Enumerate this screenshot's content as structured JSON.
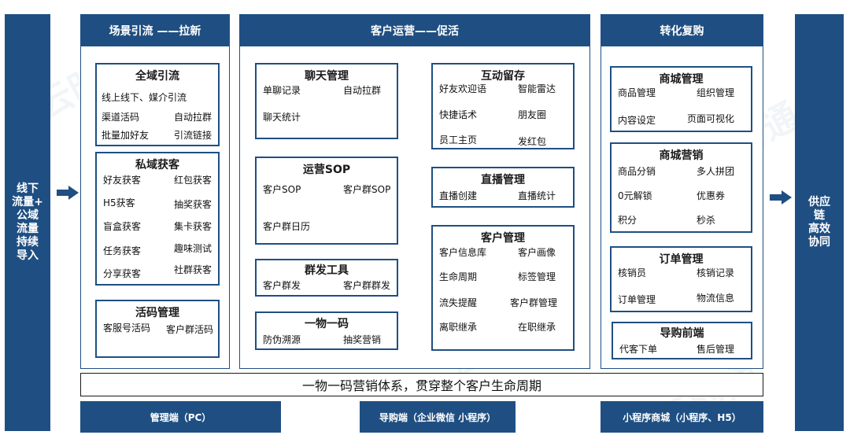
{
  "left_bar": {
    "text": "线下\n流量+\n公域\n流量\n持续\n导入"
  },
  "right_bar": {
    "text": "供应\n链\n高效\n协同"
  },
  "columns": {
    "scene": {
      "title": "场景引流  ——拉新"
    },
    "ops": {
      "title": "客户运营——促活"
    },
    "repurchase": {
      "title": "转化复购"
    }
  },
  "boxes": {
    "global_traffic": {
      "title": "全域引流",
      "items": [
        "线上线下、媒介引流",
        "渠道活码",
        "自动拉群",
        "批量加好友",
        "引流链接"
      ]
    },
    "private_acquire": {
      "title": "私域获客",
      "items": [
        "好友获客",
        "红包获客",
        "H5获客",
        "抽奖获客",
        "盲盒获客",
        "集卡获客",
        "任务获客",
        "趣味测试",
        "分享获客",
        "社群获客"
      ]
    },
    "live_code": {
      "title": "活码管理",
      "items": [
        "客服号活码",
        "客户群活码"
      ]
    },
    "chat": {
      "title": "聊天管理",
      "items": [
        "单聊记录",
        "自动拉群",
        "聊天统计"
      ]
    },
    "sop": {
      "title": "运营SOP",
      "items": [
        "客户SOP",
        "客户群SOP",
        "客户群日历"
      ]
    },
    "mass_send": {
      "title": "群发工具",
      "items": [
        "客户群发",
        "客户群群发"
      ]
    },
    "one_code": {
      "title": "一物一码",
      "items": [
        "防伪溯源",
        "抽奖营销"
      ]
    },
    "interact": {
      "title": "互动留存",
      "items": [
        "好友欢迎语",
        "智能雷达",
        "快捷话术",
        "朋友圈",
        "员工主页",
        "发红包"
      ]
    },
    "live": {
      "title": "直播管理",
      "items": [
        "直播创建",
        "直播统计"
      ]
    },
    "customer": {
      "title": "客户管理",
      "items": [
        "客户信息库",
        "客户画像",
        "生命周期",
        "标签管理",
        "流失提醒",
        "客户群管理",
        "离职继承",
        "在职继承"
      ]
    },
    "mall_mgmt": {
      "title": "商城管理",
      "items": [
        "商品管理",
        "组织管理",
        "内容设定",
        "页面可视化"
      ]
    },
    "mall_marketing": {
      "title": "商城营销",
      "items": [
        "商品分销",
        "多人拼团",
        "0元解锁",
        "优惠券",
        "积分",
        "秒杀"
      ]
    },
    "order": {
      "title": "订单管理",
      "items": [
        "核销员",
        "核销记录",
        "订单管理",
        "物流信息"
      ]
    },
    "guide": {
      "title": "导购前端",
      "items": [
        "代客下单",
        "售后管理"
      ]
    }
  },
  "banner": {
    "text": "一物一码营销体系，贯穿整个客户生命周期"
  },
  "footer": {
    "admin": "管理端（PC）",
    "guide": "导购端（企业微信 小程序）",
    "mall": "小程序商城（小程序、H5）"
  },
  "watermark": {
    "text": "云时通"
  },
  "colors": {
    "navy": "#1f4f82",
    "white": "#ffffff",
    "text": "#111111"
  }
}
